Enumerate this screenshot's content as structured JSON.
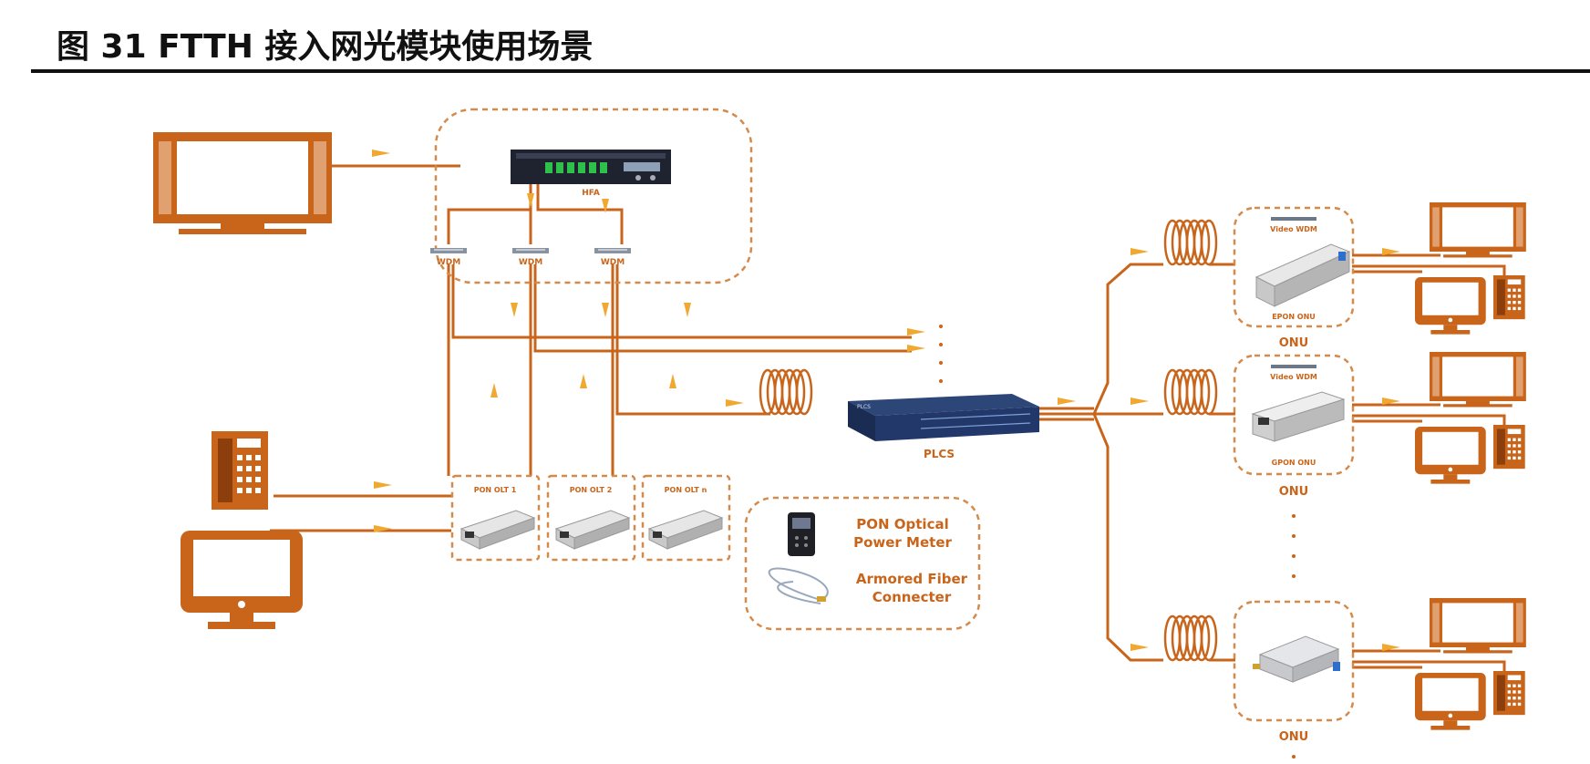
{
  "figure": {
    "title": "图 31 FTTH 接入网光模块使用场景"
  },
  "labels": {
    "hfa": "HFA",
    "wdm": "WDM",
    "plcs": "PLCS",
    "pon_olt_1": "PON OLT 1",
    "pon_olt_2": "PON OLT 2",
    "pon_olt_n": "PON OLT n",
    "video_wdm": "Video WDM",
    "epon_onu": "EPON ONU",
    "gpon_onu": "GPON ONU",
    "onu": "ONU",
    "power_meter_line1": "PON Optical",
    "power_meter_line2": "Power Meter",
    "fiber_line1": "Armored Fiber",
    "fiber_line2": "Connecter"
  },
  "colors": {
    "accent": "#c8651b",
    "arrow": "#f0a830",
    "device_dark": "#1c2f58",
    "dashed_border": "#d48a4a"
  },
  "icons": [
    "tv-icon",
    "telephone-icon",
    "monitor-icon",
    "fiber-coil-icon",
    "hfa-device",
    "plcs-device",
    "sfp-module",
    "onu-device",
    "power-meter-icon",
    "fiber-cable-icon"
  ]
}
